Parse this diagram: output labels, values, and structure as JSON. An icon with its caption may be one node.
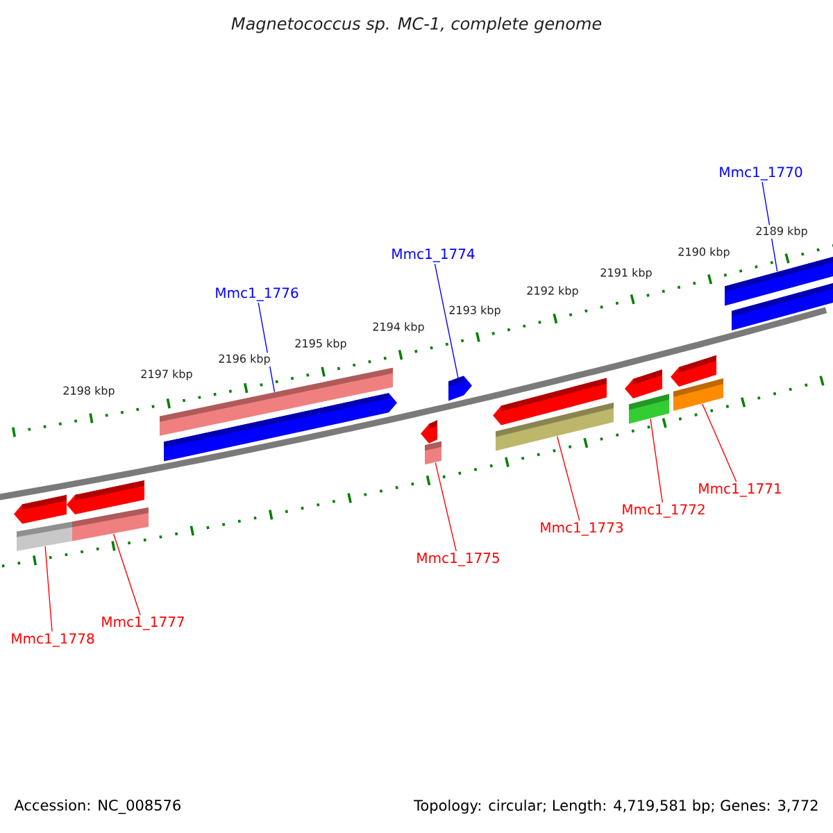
{
  "diagram": {
    "title": "Magnetococcus sp. MC-1, complete genome",
    "nodes": [
      {
        "text": [
          "Mmc1_1770"
        ]
      },
      {
        "text": [
          "Mmc1_1774"
        ]
      },
      {
        "text": [
          "Mmc1_1776"
        ]
      },
      {
        "text": [
          "Mmc1_1771"
        ]
      },
      {
        "text": [
          "Mmc1_1772"
        ]
      },
      {
        "text": [
          "Mmc1_1773"
        ]
      },
      {
        "text": [
          "Mmc1_1775"
        ]
      },
      {
        "text": [
          "Mmc1_1777"
        ]
      },
      {
        "text": [
          "Mmc1_1778"
        ]
      },
      {
        "text": [],
        "shape": "bar"
      },
      {
        "text": [],
        "shape": "bar"
      },
      {
        "text": [],
        "shape": "pentagon"
      },
      {
        "text": [],
        "shape": "pentagon"
      },
      {
        "text": [],
        "shape": "bar"
      },
      {
        "text": [],
        "shape": "pentagon"
      },
      {
        "text": [],
        "shape": "pentagon"
      },
      {
        "text": [],
        "shape": "pentagon"
      },
      {
        "text": [],
        "shape": "pentagon"
      },
      {
        "text": [],
        "shape": "pentagon"
      },
      {
        "text": [],
        "shape": "pentagon"
      },
      {
        "text": [],
        "shape": "bar"
      },
      {
        "text": [],
        "shape": "bar"
      },
      {
        "text": [],
        "shape": "bar"
      },
      {
        "text": [],
        "shape": "bar"
      },
      {
        "text": [],
        "shape": "bar"
      },
      {
        "text": [],
        "shape": "bar"
      }
    ],
    "edges": [
      {
        "from": 0,
        "to": 10,
        "arrow": "none",
        "color": "#0000ff"
      },
      {
        "from": 1,
        "to": 12,
        "arrow": "none",
        "color": "#0000ff"
      },
      {
        "from": 2,
        "to": 9,
        "arrow": "none",
        "color": "#0000ff"
      },
      {
        "from": 3,
        "to": 25,
        "arrow": "none"
      },
      {
        "from": 4,
        "to": 24,
        "arrow": "none"
      },
      {
        "from": 5,
        "to": 23,
        "arrow": "none"
      },
      {
        "from": 6,
        "to": 22,
        "arrow": "none"
      },
      {
        "from": 7,
        "to": 21,
        "arrow": "none"
      },
      {
        "from": 8,
        "to": 20,
        "arrow": "none"
      }
    ],
    "labels": [
      "2189 kbp",
      "2190 kbp",
      "2191 kbp",
      "2192 kbp",
      "2193 kbp",
      "2194 kbp",
      "2195 kbp",
      "2196 kbp",
      "2197 kbp",
      "2198 kbp",
      "Accession: NC_008576",
      "Topology: circular; Length: 4,719,581 bp; Genes: 3,772"
    ]
  }
}
